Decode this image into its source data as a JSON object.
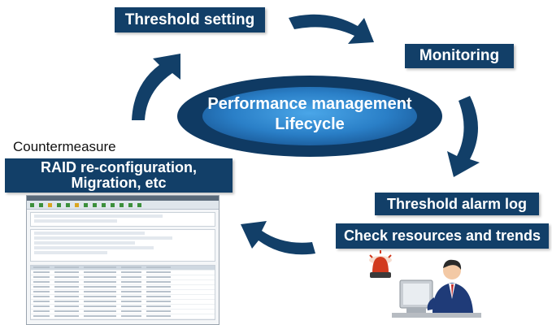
{
  "cycle": {
    "center_title_line1": "Performance management",
    "center_title_line2": "Lifecycle",
    "threshold_setting": "Threshold setting",
    "monitoring": "Monitoring",
    "threshold_alarm_log": "Threshold alarm log",
    "check_resources": "Check resources and trends",
    "countermeasure_label": "Countermeasure",
    "countermeasure_line1": "RAID re-configuration,",
    "countermeasure_line2": "Migration, etc"
  },
  "colors": {
    "box_navy": "#123f68",
    "ellipse_outer": "#0f3a63",
    "ellipse_inner": "#2f8fd6",
    "arrow": "#123f68",
    "alarm_red": "#d23a1e"
  },
  "icons": [
    "cycle-arrow-icon",
    "user-at-computer-icon",
    "alarm-light-icon"
  ]
}
